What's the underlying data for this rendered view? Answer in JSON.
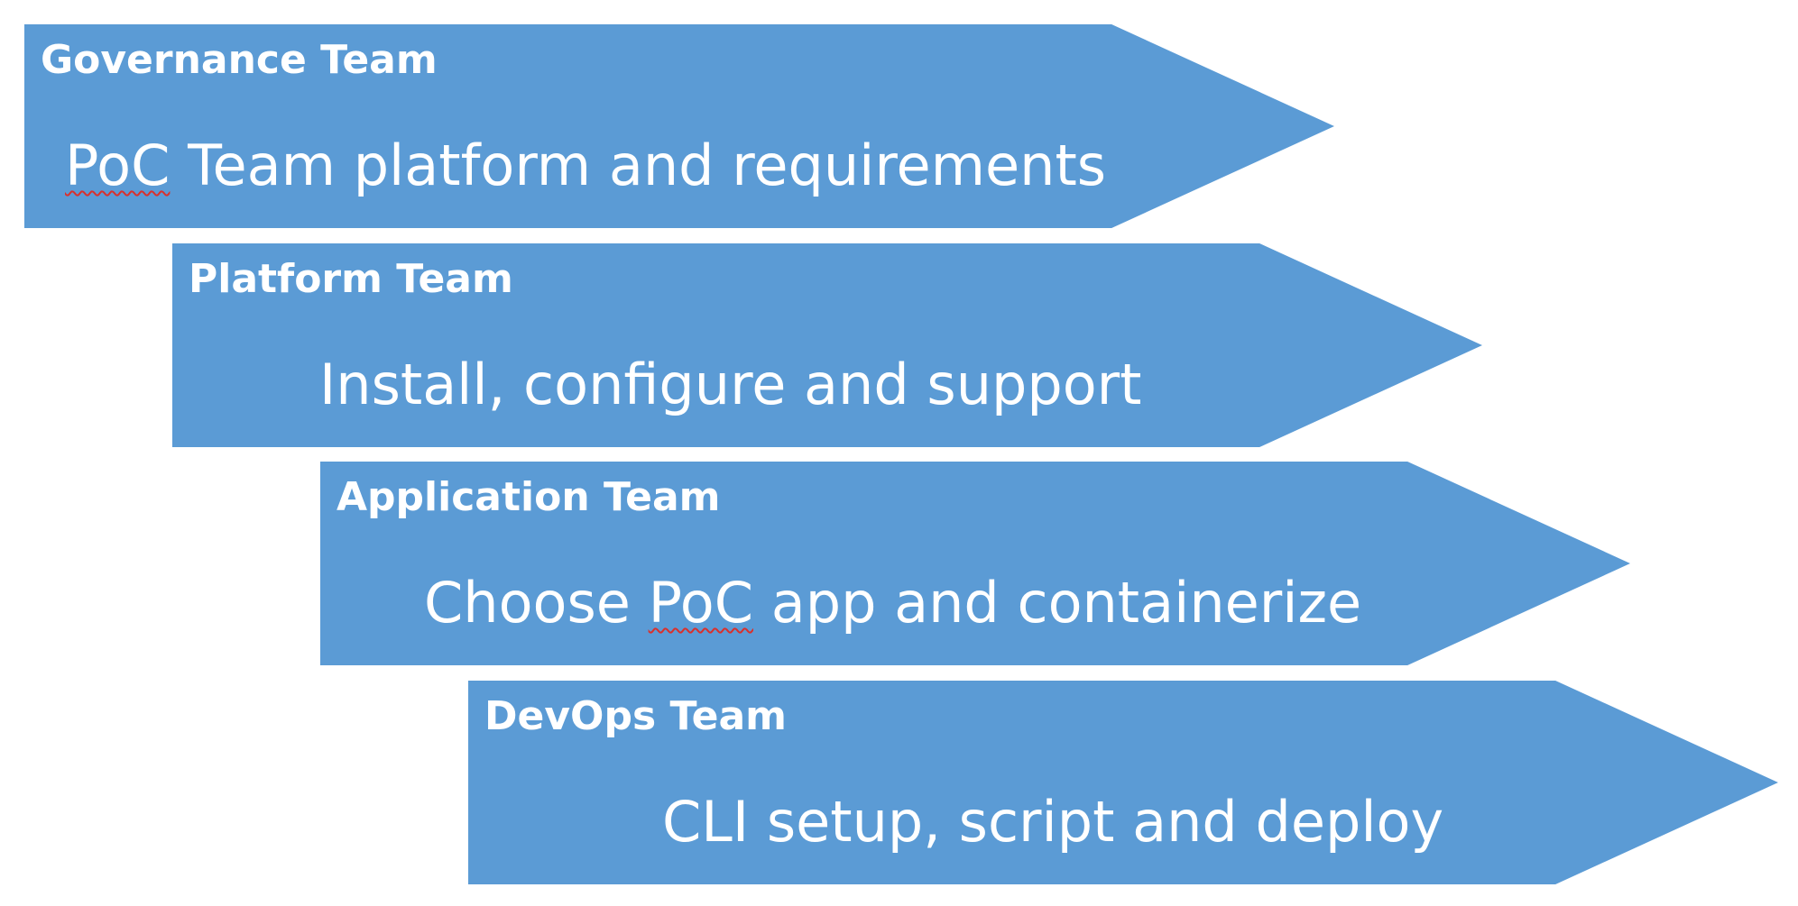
{
  "steps": [
    {
      "title": "Governance Team",
      "text_flagged": "PoC",
      "text_rest": " Team platform and requirements"
    },
    {
      "title": "Platform Team",
      "text": "Install, configure and support"
    },
    {
      "title": "Application Team",
      "text_before": "Choose ",
      "text_flagged": "PoC",
      "text_after": " app and containerize"
    },
    {
      "title": "DevOps Team",
      "text": "CLI setup, script and deploy"
    }
  ],
  "colors": {
    "arrow_fill": "#5b9bd5",
    "text": "#ffffff",
    "spellcheck_underline": "#d9302c",
    "background": "#ffffff"
  }
}
